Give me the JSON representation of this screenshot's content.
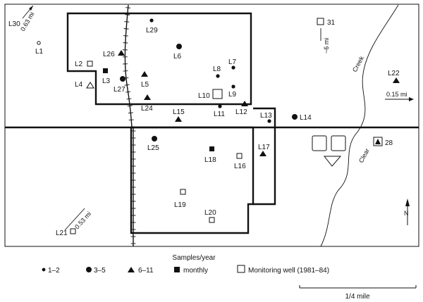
{
  "colors": {
    "ink": "#111111",
    "paper": "#ffffff"
  },
  "sites": [
    {
      "id": "L30"
    },
    {
      "id": "L1"
    },
    {
      "id": "L29"
    },
    {
      "id": "L6"
    },
    {
      "id": "L26"
    },
    {
      "id": "L2"
    },
    {
      "id": "L3"
    },
    {
      "id": "L5"
    },
    {
      "id": "L27"
    },
    {
      "id": "L4"
    },
    {
      "id": "L7"
    },
    {
      "id": "L8"
    },
    {
      "id": "L10"
    },
    {
      "id": "L9"
    },
    {
      "id": "L11"
    },
    {
      "id": "L12"
    },
    {
      "id": "L24"
    },
    {
      "id": "L15"
    },
    {
      "id": "L13"
    },
    {
      "id": "L14"
    },
    {
      "id": "L25"
    },
    {
      "id": "L18"
    },
    {
      "id": "L16"
    },
    {
      "id": "L17"
    },
    {
      "id": "L19"
    },
    {
      "id": "L20"
    },
    {
      "id": "L21"
    },
    {
      "id": "31"
    },
    {
      "id": "L22"
    },
    {
      "id": "28"
    }
  ],
  "distance_notes": [
    "0.63 mi",
    "~6 mi",
    "0.15 mi",
    "0.53 mi"
  ],
  "creek_name": "Clear Creek",
  "creek_words": [
    "Creek",
    "Clear"
  ],
  "north_label": "N",
  "legend": {
    "title": "Samples/year",
    "items": [
      "1–2",
      "3–5",
      "6–11",
      "monthly",
      "Monitoring well (1981–84)"
    ]
  },
  "scale_bar": {
    "label": "1/4 mile"
  },
  "icons": {
    "small_dot": "small-dot-icon",
    "open_circle": "open-circle-icon",
    "large_dot": "large-dot-icon",
    "triangle": "filled-triangle-icon",
    "open_triangle": "open-triangle-icon",
    "square": "filled-square-icon",
    "well": "open-square-icon",
    "north_arrow": "north-arrow-icon",
    "direction_arrow": "arrow-icon"
  }
}
